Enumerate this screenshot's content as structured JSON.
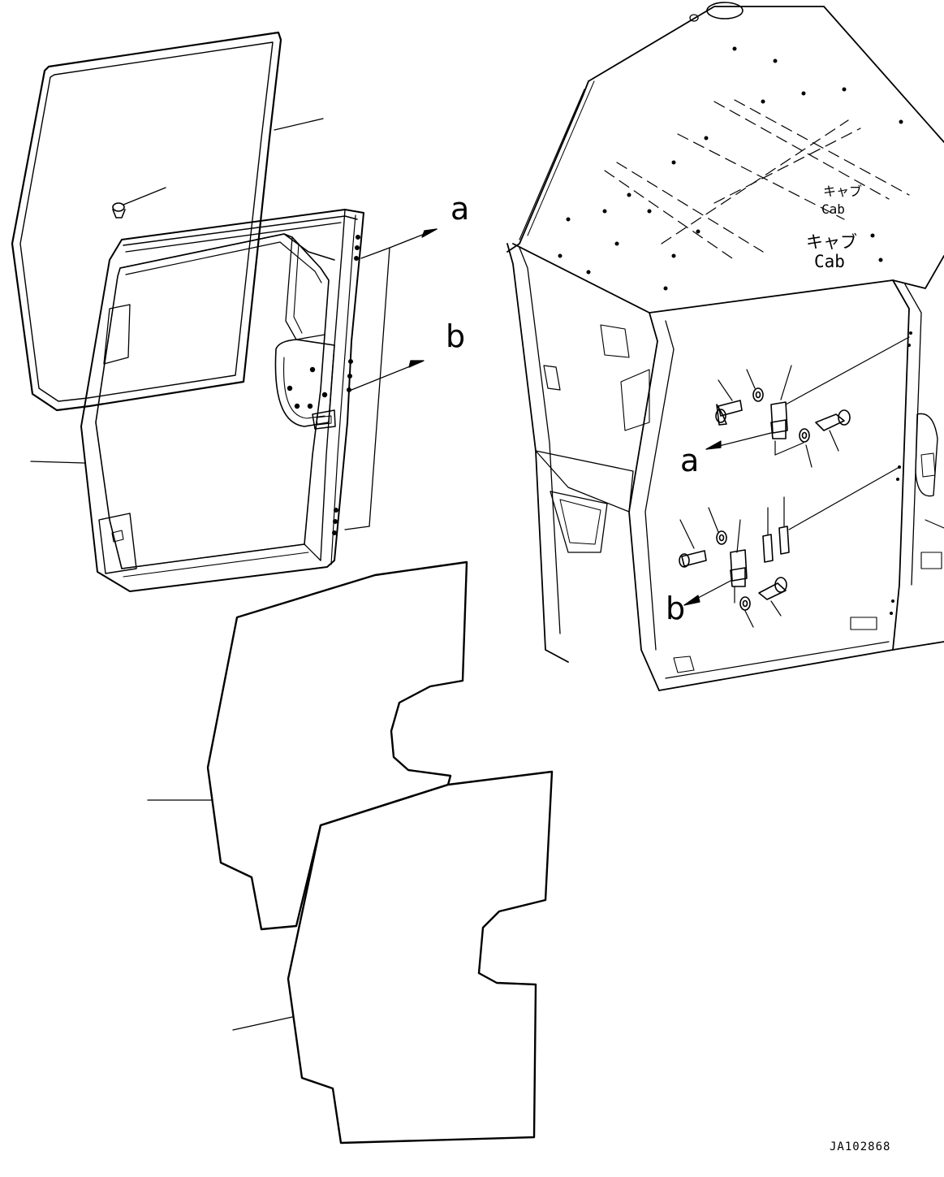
{
  "labels": {
    "callout_a_door": "a",
    "callout_b_door": "b",
    "callout_a_cab": "a",
    "callout_b_cab": "b",
    "cab_jp_upper": "キャブ",
    "cab_en_upper": "Cab",
    "cab_jp": "キャブ",
    "cab_en": "Cab",
    "drawing_code": "JA102868"
  },
  "colors": {
    "line": "#000000",
    "background": "#ffffff"
  }
}
